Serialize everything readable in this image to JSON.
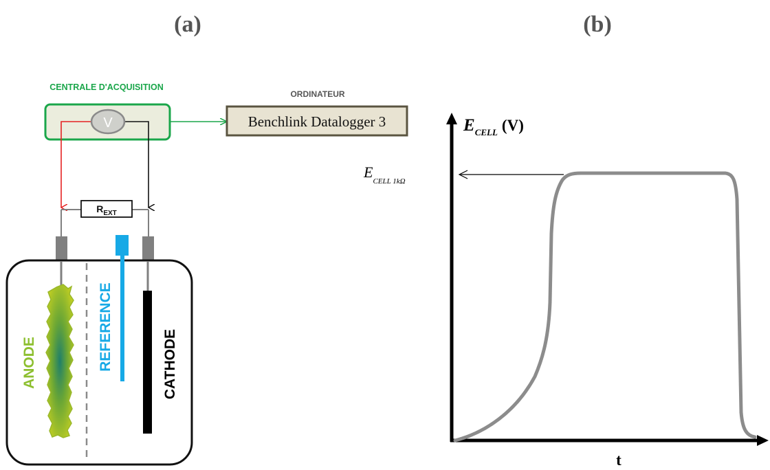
{
  "panel_a": {
    "label": "(a)",
    "acquisition_label": "CENTRALE D'ACQUISITION",
    "voltmeter_symbol": "V",
    "computer_label": "ORDINATEUR",
    "software_name": "Benchlink Datalogger 3",
    "resistor_main": "R",
    "resistor_sub": "EXT",
    "anode_label": "ANODE",
    "reference_label": "REFERENCE",
    "cathode_label": "CATHODE"
  },
  "panel_b": {
    "label": "(b)",
    "y_axis_main": "E",
    "y_axis_sub": "CELL",
    "y_axis_unit": "(V)",
    "level_main": "E",
    "level_sub": "CELL 1kΩ",
    "x_axis_label": "t"
  },
  "colors": {
    "acquisition_green": "#1aa64a",
    "acquisition_fill": "#ebeddd",
    "software_box_fill": "#e8e3d2",
    "software_box_border": "#5a5440",
    "wire_red": "#e52222",
    "reference_blue": "#17a9e6",
    "anode_green": "#8dbf2f",
    "electrode_grey": "#808080",
    "curve_grey": "#8c8c8c"
  }
}
